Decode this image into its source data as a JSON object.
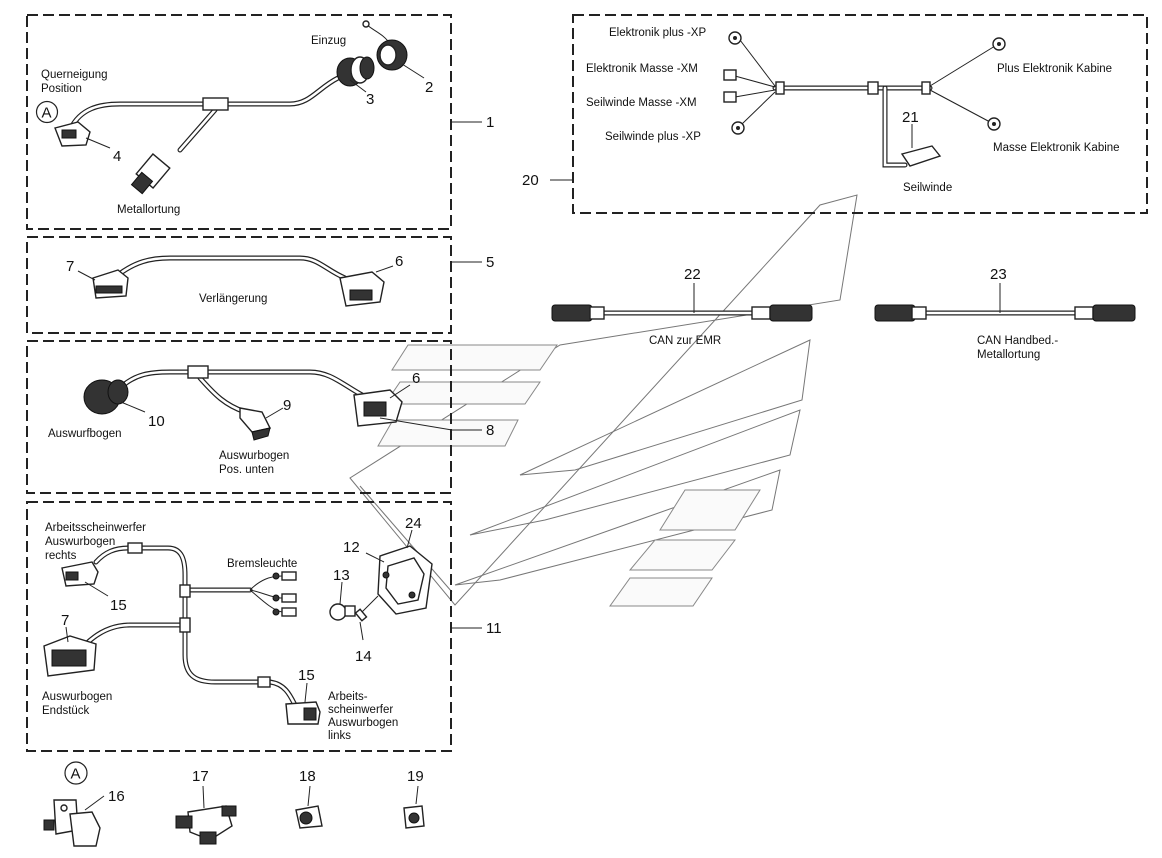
{
  "labels": {
    "einzug": "Einzug",
    "querneigung_line1": "Querneigung",
    "querneigung_line2": "Position",
    "metallortung": "Metallortung",
    "verlaengerung": "Verlängerung",
    "auswurfbogen": "Auswurfbogen",
    "auswurfbogen_pos_line1": "Auswurbogen",
    "auswurfbogen_pos_line2": "Pos. unten",
    "arbeits_rechts_line1": "Arbeitsscheinwerfer",
    "arbeits_rechts_line2": "Auswurbogen",
    "arbeits_rechts_line3": "rechts",
    "bremsleuchte": "Bremsleuchte",
    "endstueck_line1": "Auswurbogen",
    "endstueck_line2": "Endstück",
    "arbeits_links_line1": "Arbeits-",
    "arbeits_links_line2": "scheinwerfer",
    "arbeits_links_line3": "Auswurbogen",
    "arbeits_links_line4": "links",
    "elektronik_plus_xp": "Elektronik plus -XP",
    "elektronik_masse_xm": "Elektronik Masse -XM",
    "seilwinde_masse_xm": "Seilwinde Masse -XM",
    "seilwinde_plus_xp": "Seilwinde plus -XP",
    "plus_elektronik_kabine": "Plus Elektronik Kabine",
    "masse_elektronik_kabine": "Masse Elektronik Kabine",
    "seilwinde": "Seilwinde",
    "can_emr": "CAN zur EMR",
    "can_handbed_line1": "CAN Handbed.-",
    "can_handbed_line2": "Metallortung",
    "callout_a": "A"
  },
  "numbers": {
    "n1": "1",
    "n2": "2",
    "n3": "3",
    "n4": "4",
    "n5": "5",
    "n6a": "6",
    "n7a": "7",
    "n6b": "6",
    "n8": "8",
    "n9": "9",
    "n10": "10",
    "n11": "11",
    "n12": "12",
    "n13": "13",
    "n14": "14",
    "n15a": "15",
    "n15b": "15",
    "n7b": "7",
    "n16": "16",
    "n17": "17",
    "n18": "18",
    "n19": "19",
    "n20": "20",
    "n21": "21",
    "n22": "22",
    "n23": "23",
    "n24": "24"
  }
}
